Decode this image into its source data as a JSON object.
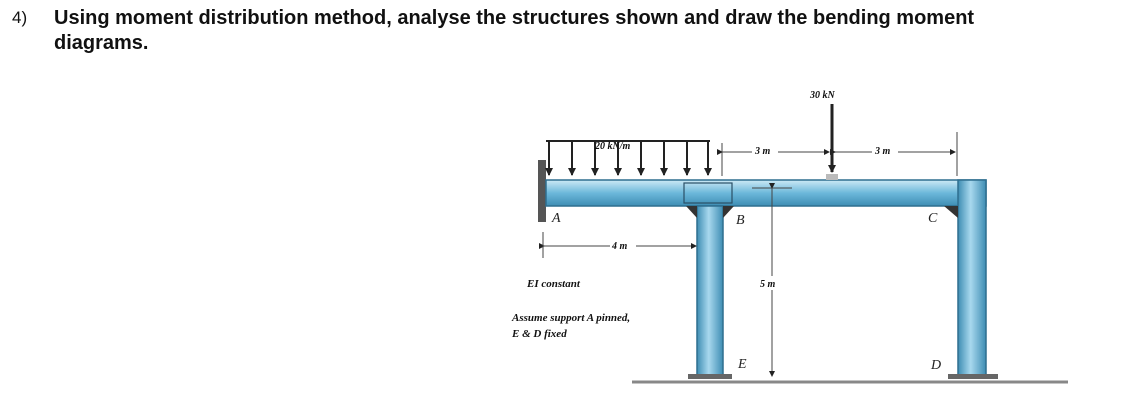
{
  "question": {
    "number": "4)",
    "text": "Using moment distribution method, analyse the structures shown and draw the bending moment diagrams."
  },
  "diagram": {
    "udl_label": "20 kN/m",
    "point_load_label": "30 kN",
    "span_left_label": "4 m",
    "span_mid_label": "3 m",
    "span_right_label": "3 m",
    "height_label": "5 m",
    "joints": {
      "a": "A",
      "b": "B",
      "c": "C",
      "d": "D",
      "e": "E"
    },
    "note_ei": "EI constant",
    "note_support_line1": "Assume support A pinned,",
    "note_support_line2": "E & D fixed"
  }
}
